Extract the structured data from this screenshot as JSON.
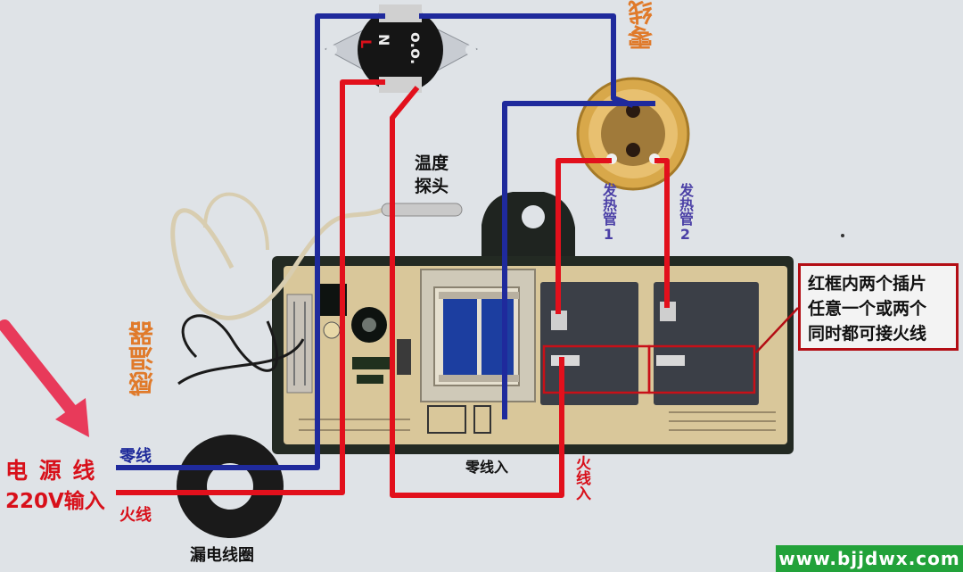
{
  "labels": {
    "neutral_top": "零线",
    "temp_probe_line1": "温度",
    "temp_probe_line2": "探头",
    "heater1": "发热管1",
    "heater2": "发热管2",
    "box_line1": "红框内两个插片",
    "box_line2": "任意一个或两个",
    "box_line3": "同时都可接火线",
    "thermostat": "感温器",
    "power_line1": "电 源 线",
    "power_line2": "220V输入",
    "neutral_in": "零线",
    "live_in": "火线",
    "leakage_coil": "漏电线圈",
    "neutral_input": "零线入",
    "live_input": "火线入",
    "thermostat_L": "L",
    "thermostat_N": "N",
    "thermostat_contacts": "o.o."
  },
  "watermark": "www.bjjdwx.com",
  "colors": {
    "neutral_wire": "#1f2a9c",
    "live_wire": "#e2101c",
    "pcb_green": "#2e5a2e",
    "relay": "#3b3f47",
    "brass": "#d8a84a",
    "note_border": "#b30d14",
    "watermark_bg": "#22a23a"
  }
}
